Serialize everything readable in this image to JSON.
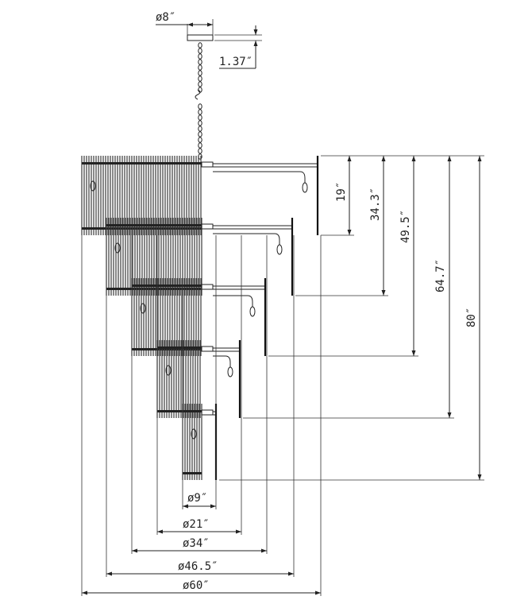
{
  "drawing": {
    "canopy": {
      "diameter": "ø8″",
      "height": "1.37″"
    },
    "heights": [
      "19″",
      "34.3″",
      "49.5″",
      "64.7″",
      "80″"
    ],
    "diameters": [
      "ø9″",
      "ø21″",
      "ø34″",
      "ø46.5″",
      "ø60″"
    ],
    "colors": {
      "line": "#222222",
      "rods": "#3a3a3a",
      "frame": "#111111",
      "background": "#ffffff"
    }
  }
}
